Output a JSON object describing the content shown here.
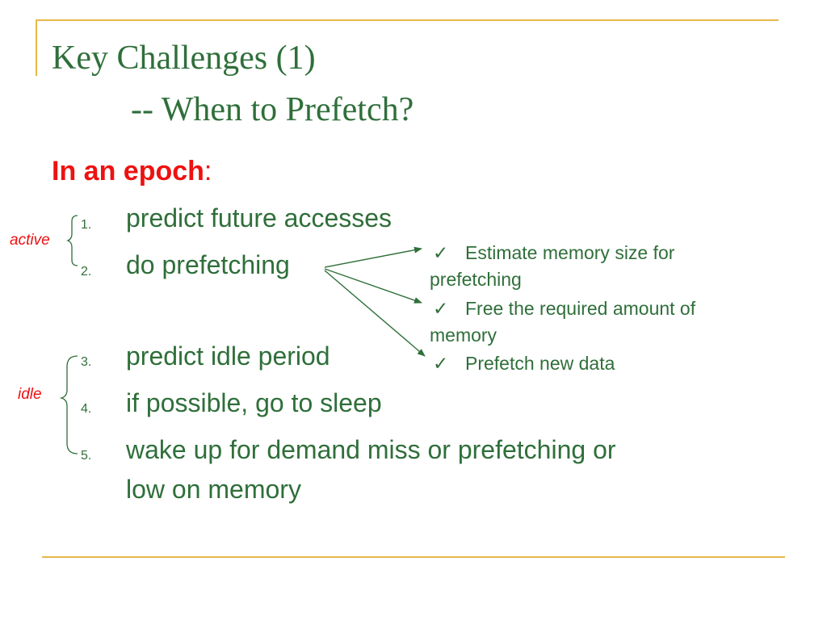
{
  "title": {
    "line1": "Key Challenges (1)",
    "line2": "-- When to Prefetch?"
  },
  "epoch": {
    "emphasis": "In an epoch",
    "suffix": ":"
  },
  "steps": [
    {
      "number": "1.",
      "text": "predict future accesses"
    },
    {
      "number": "2.",
      "text": "do prefetching"
    },
    {
      "number": "3.",
      "text": "predict idle period"
    },
    {
      "number": "4.",
      "text": "if possible, go to sleep"
    },
    {
      "number": "5.",
      "text": "wake up for demand miss or prefetching or",
      "continuation": "low on memory"
    }
  ],
  "groups": {
    "active": "active",
    "idle": "idle"
  },
  "subitems": {
    "check_symbol": "✓",
    "items": [
      {
        "line1": "Estimate memory size for",
        "line2": "prefetching"
      },
      {
        "line1": "Free the required amount of",
        "line2": "memory"
      },
      {
        "line1": "Prefetch new data"
      }
    ]
  },
  "colors": {
    "title_green": "#2f6f3a",
    "emphasis_red": "#ee1111",
    "rule_gold": "#e6b84a"
  }
}
